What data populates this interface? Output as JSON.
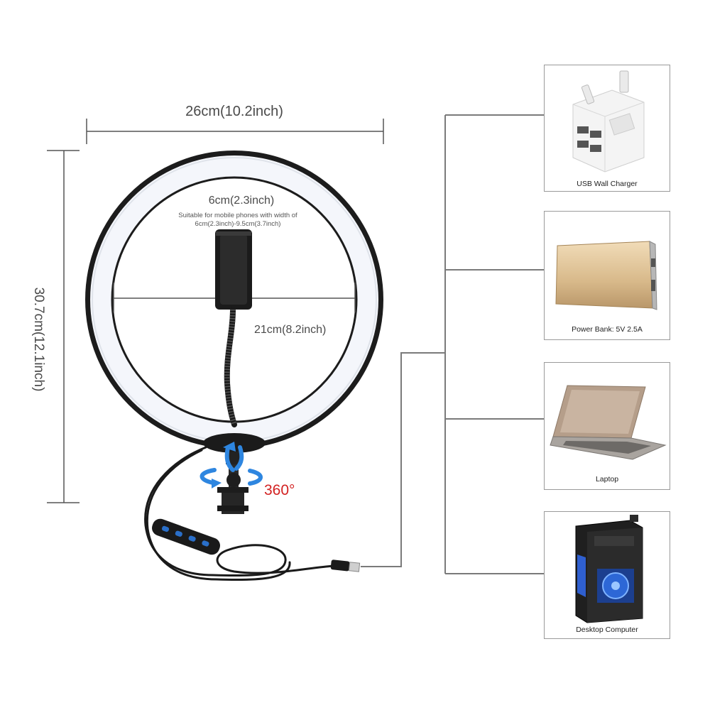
{
  "dimensions": {
    "width": "26cm(10.2inch)",
    "height": "30.7cm(12.1inch)",
    "phone_width": "6cm(2.3inch)",
    "inner_diameter": "21cm(8.2inch)"
  },
  "phone_note": {
    "line1": "Suitable for mobile phones with width of",
    "line2": "6cm(2.3inch)-9.5cm(3.7inch)"
  },
  "rotation_label": "360°",
  "power_sources": [
    {
      "label": "USB Wall Charger",
      "icon": "usb-wall-charger-icon"
    },
    {
      "label": "Power Bank: 5V 2.5A",
      "icon": "power-bank-icon"
    },
    {
      "label": "Laptop",
      "icon": "laptop-icon"
    },
    {
      "label": "Desktop Computer",
      "icon": "desktop-computer-icon"
    }
  ],
  "colors": {
    "ring_light": "#f4f6fb",
    "ring_body": "#1c1c1c",
    "rotation_arrow": "#2e86e0",
    "rotation_text": "#d32222",
    "connector_line": "#7a7a7a"
  }
}
